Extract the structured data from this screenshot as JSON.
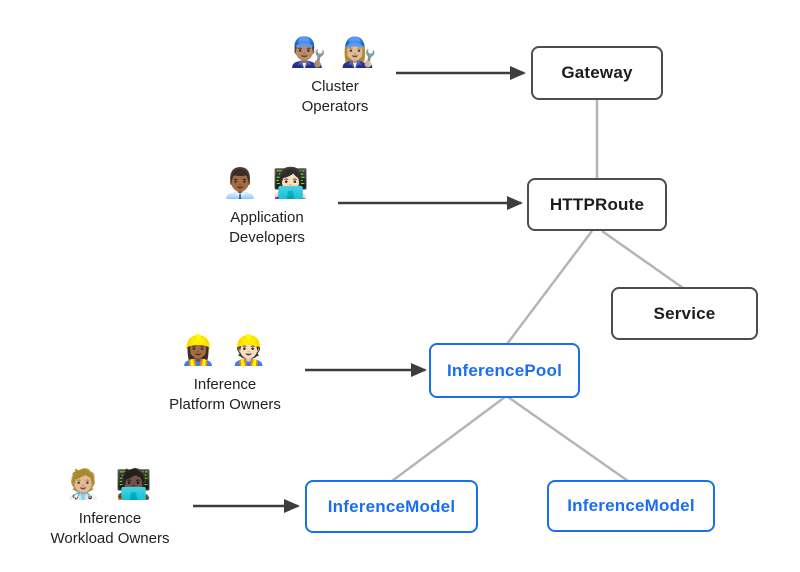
{
  "diagram": {
    "background": "#ffffff",
    "actors": [
      {
        "id": "cluster-operators",
        "emojis": "👨🏽‍🔧 👩🏼‍🔧",
        "label": "Cluster\nOperators"
      },
      {
        "id": "application-developers",
        "emojis": "👨🏾‍💼 👩🏻‍💻",
        "label": "Application\nDevelopers"
      },
      {
        "id": "inference-platform-owners",
        "emojis": "👷🏾‍♀️ 👷🏻",
        "label": "Inference\nPlatform Owners"
      },
      {
        "id": "inference-workload-owners",
        "emojis": "🧑🏼‍⚕️ 🧑🏿‍💻",
        "label": "Inference\nWorkload Owners"
      }
    ],
    "nodes": [
      {
        "id": "gateway",
        "label": "Gateway",
        "style": "dark"
      },
      {
        "id": "httproute",
        "label": "HTTPRoute",
        "style": "dark"
      },
      {
        "id": "service",
        "label": "Service",
        "style": "dark"
      },
      {
        "id": "inferencepool",
        "label": "InferencePool",
        "style": "blue"
      },
      {
        "id": "inferencemodel-left",
        "label": "InferenceModel",
        "style": "blue"
      },
      {
        "id": "inferencemodel-right",
        "label": "InferenceModel",
        "style": "blue"
      }
    ],
    "edges": [
      {
        "from": "Cluster Operators",
        "to": "Gateway",
        "type": "arrow"
      },
      {
        "from": "Application Developers",
        "to": "HTTPRoute",
        "type": "arrow"
      },
      {
        "from": "Inference Platform Owners",
        "to": "InferencePool",
        "type": "arrow"
      },
      {
        "from": "Inference Workload Owners",
        "to": "InferenceModel (left)",
        "type": "arrow"
      },
      {
        "from": "Gateway",
        "to": "HTTPRoute",
        "type": "line"
      },
      {
        "from": "HTTPRoute",
        "to": "InferencePool",
        "type": "line"
      },
      {
        "from": "HTTPRoute",
        "to": "Service",
        "type": "line"
      },
      {
        "from": "InferencePool",
        "to": "InferenceModel (left)",
        "type": "line"
      },
      {
        "from": "InferencePool",
        "to": "InferenceModel (right)",
        "type": "line"
      }
    ],
    "colors": {
      "dark_node_border": "#4d4d4d",
      "dark_node_text": "#1c1c1c",
      "blue_node": "#1a6ef0",
      "connector_line": "#b5b5b5",
      "arrow": "#3d3d3d"
    }
  }
}
